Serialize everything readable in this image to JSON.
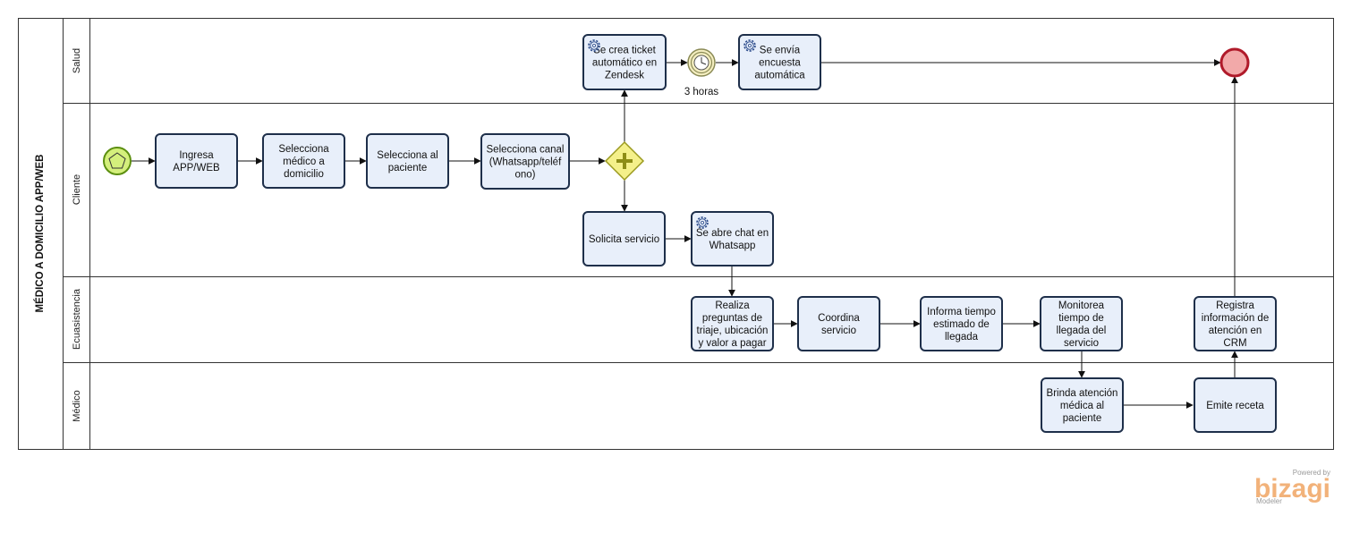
{
  "pool": {
    "label": "MÉDICO A DOMICILIO  APP/WEB"
  },
  "lanes": [
    {
      "id": "salud",
      "label": "Salud"
    },
    {
      "id": "cliente",
      "label": "Cliente"
    },
    {
      "id": "ecuasistencia",
      "label": "Ecuasistencia"
    },
    {
      "id": "medico",
      "label": "Médico"
    }
  ],
  "tasks": {
    "ingresa": {
      "lines": [
        "Ingresa",
        "APP/WEB"
      ]
    },
    "sel_medico": {
      "lines": [
        "Selecciona",
        "médico a",
        "domicilio"
      ]
    },
    "sel_paciente": {
      "lines": [
        "Selecciona al",
        "paciente"
      ]
    },
    "sel_canal": {
      "lines": [
        "Selecciona canal",
        "(Whatsapp/teléf",
        "ono)"
      ]
    },
    "ticket": {
      "lines": [
        "Se crea ticket",
        "automático en",
        "Zendesk"
      ]
    },
    "encuesta": {
      "lines": [
        "Se envía",
        "encuesta",
        "automática"
      ]
    },
    "solicita": {
      "lines": [
        "Solicita servicio"
      ]
    },
    "chat": {
      "lines": [
        "Se abre chat en",
        "Whatsapp"
      ]
    },
    "preguntas": {
      "lines": [
        "Realiza",
        "preguntas de",
        "triaje, ubicación",
        "y valor a pagar"
      ]
    },
    "coordina": {
      "lines": [
        "Coordina",
        "servicio"
      ]
    },
    "informa": {
      "lines": [
        "Informa tiempo",
        "estimado de",
        "llegada"
      ]
    },
    "monitorea": {
      "lines": [
        "Monitorea",
        "tiempo de",
        "llegada del",
        "servicio"
      ]
    },
    "registra": {
      "lines": [
        "Registra",
        "información de",
        "atención en",
        "CRM"
      ]
    },
    "brinda": {
      "lines": [
        "Brinda atención",
        "médica  al",
        "paciente"
      ]
    },
    "receta": {
      "lines": [
        "Emite receta"
      ]
    }
  },
  "timer": {
    "label": "3 horas"
  },
  "watermark": {
    "powered_by": "Powered by",
    "brand": "bizagi",
    "product": "Modeler"
  },
  "colors": {
    "task_fill": "#e8effa",
    "task_stroke": "#1e2f4a",
    "start_fill": "#d4ef7c",
    "start_stroke": "#5c8f10",
    "end_fill": "#f2a9a9",
    "end_stroke": "#b01a2a",
    "gateway_fill": "#f4f08a",
    "gateway_stroke": "#9b9a1f",
    "brand": "#f2b27a"
  }
}
